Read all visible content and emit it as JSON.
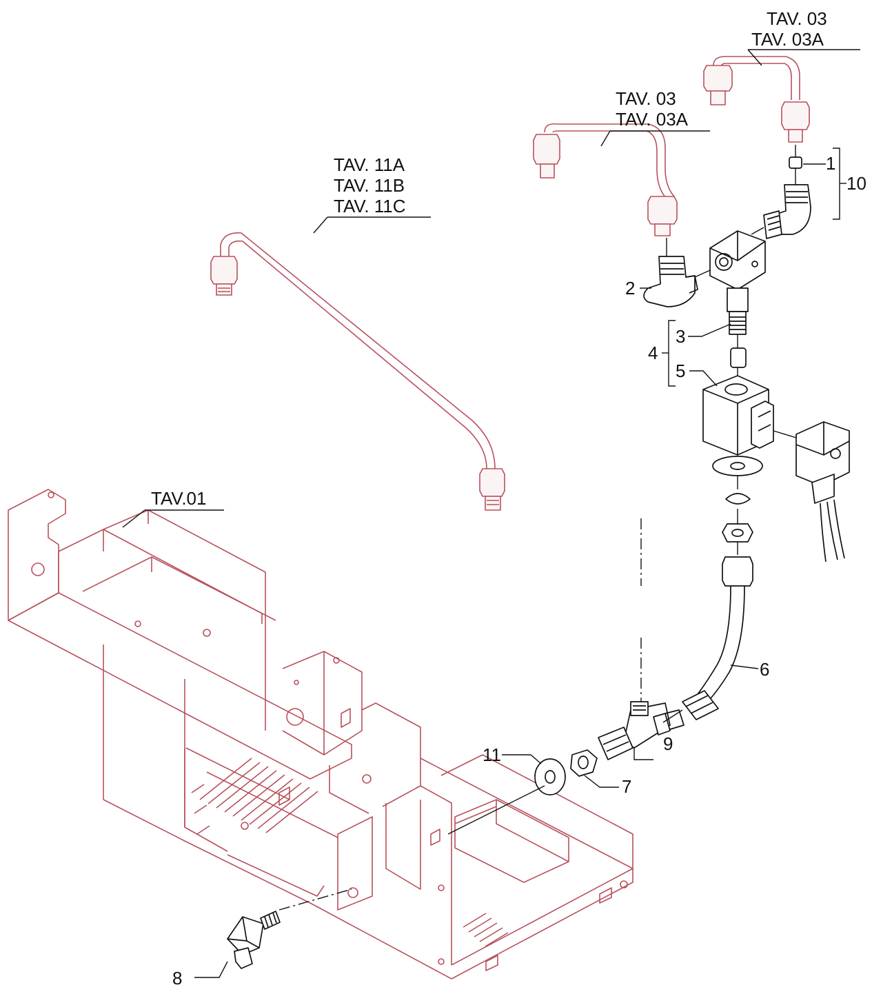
{
  "drawing_refs": {
    "right_pipe_1": "TAV. 03",
    "right_pipe_2": "TAV. 03A",
    "mid_pipe_1": "TAV. 03",
    "mid_pipe_2": "TAV. 03A",
    "long_pipe_1": "TAV. 11A",
    "long_pipe_2": "TAV. 11B",
    "long_pipe_3": "TAV. 11C",
    "frame": "TAV.01"
  },
  "callouts": {
    "c1": "1",
    "c2": "2",
    "c3": "3",
    "c4": "4",
    "c5": "5",
    "c6": "6",
    "c7": "7",
    "c8": "8",
    "c9": "9",
    "c10": "10",
    "c11": "11"
  },
  "colors": {
    "frame_line": "#b8505a",
    "part_line": "#111111"
  }
}
